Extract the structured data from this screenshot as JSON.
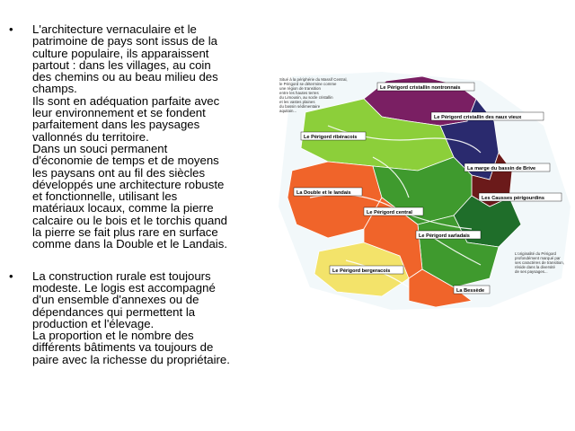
{
  "bullets": [
    {
      "marker": "•",
      "lines": [
        "L'architecture vernaculaire et le",
        "patrimoine de pays sont issus de la",
        "culture populaire, ils apparaissent",
        "partout : dans les villages, au coin",
        "des chemins ou au beau milieu des",
        "champs.",
        "Ils sont en adéquation parfaite avec",
        "leur environnement et se fondent",
        "parfaitement dans les paysages",
        "vallonnés du territoire.",
        "Dans un souci permanent",
        "d'économie de temps et de moyens",
        "les paysans ont au fil des siècles",
        "développés une architecture robuste",
        "et fonctionnelle, utilisant les",
        "matériaux locaux, comme la pierre",
        "calcaire ou le bois et le torchis quand",
        "la pierre se fait plus rare en surface",
        "comme dans la Double et le Landais."
      ]
    },
    {
      "marker": "•",
      "lines": [
        "La construction rurale est toujours",
        "modeste. Le logis est accompagné",
        "d'un ensemble d'annexes ou de",
        "dépendances qui permettent la",
        "production et l'élevage.",
        "La proportion et le nombre des",
        "différents bâtiments va toujours de",
        "paire avec la richesse du propriétaire."
      ]
    }
  ],
  "map": {
    "regions": {
      "nontronnais": "Le Périgord cristallin nontronnais",
      "naux_vieux": "Le Périgord cristallin des naux vieux",
      "riberacois": "Le Périgord ribéracois",
      "brive": "La marge du bassin de Brive",
      "double": "La Double et le landais",
      "causses": "Les Causses périgourdins",
      "central": "Le Périgord central",
      "sarladais": "Le Périgord sarladais",
      "bergeracois": "Le Périgord bergeracois",
      "bessede": "La Bessède"
    },
    "note_top": [
      "Situé à la périphérie du Massif Central,",
      "le Périgord se détermine comme",
      "une région de transition",
      "entre les hautes terres",
      "du Limousin, au socle cristallin",
      "et les vastes plaines",
      "du bassin sédimentaire",
      "aquitain..."
    ],
    "note_right": [
      "L'originalité du Périgord",
      "profondément marqué par",
      "ses caractères de transition,",
      "réside dans la diversité",
      "de ses paysages..."
    ],
    "colors": {
      "purple": "#7a1f63",
      "navy": "#2a2a6e",
      "dark_red": "#6b1a1a",
      "light_green": "#8ccf3a",
      "green": "#3f9a2e",
      "dark_green": "#1f6e2a",
      "orange": "#f0642a",
      "yellow": "#f3e36a",
      "sea": "#cfe7ef"
    }
  }
}
